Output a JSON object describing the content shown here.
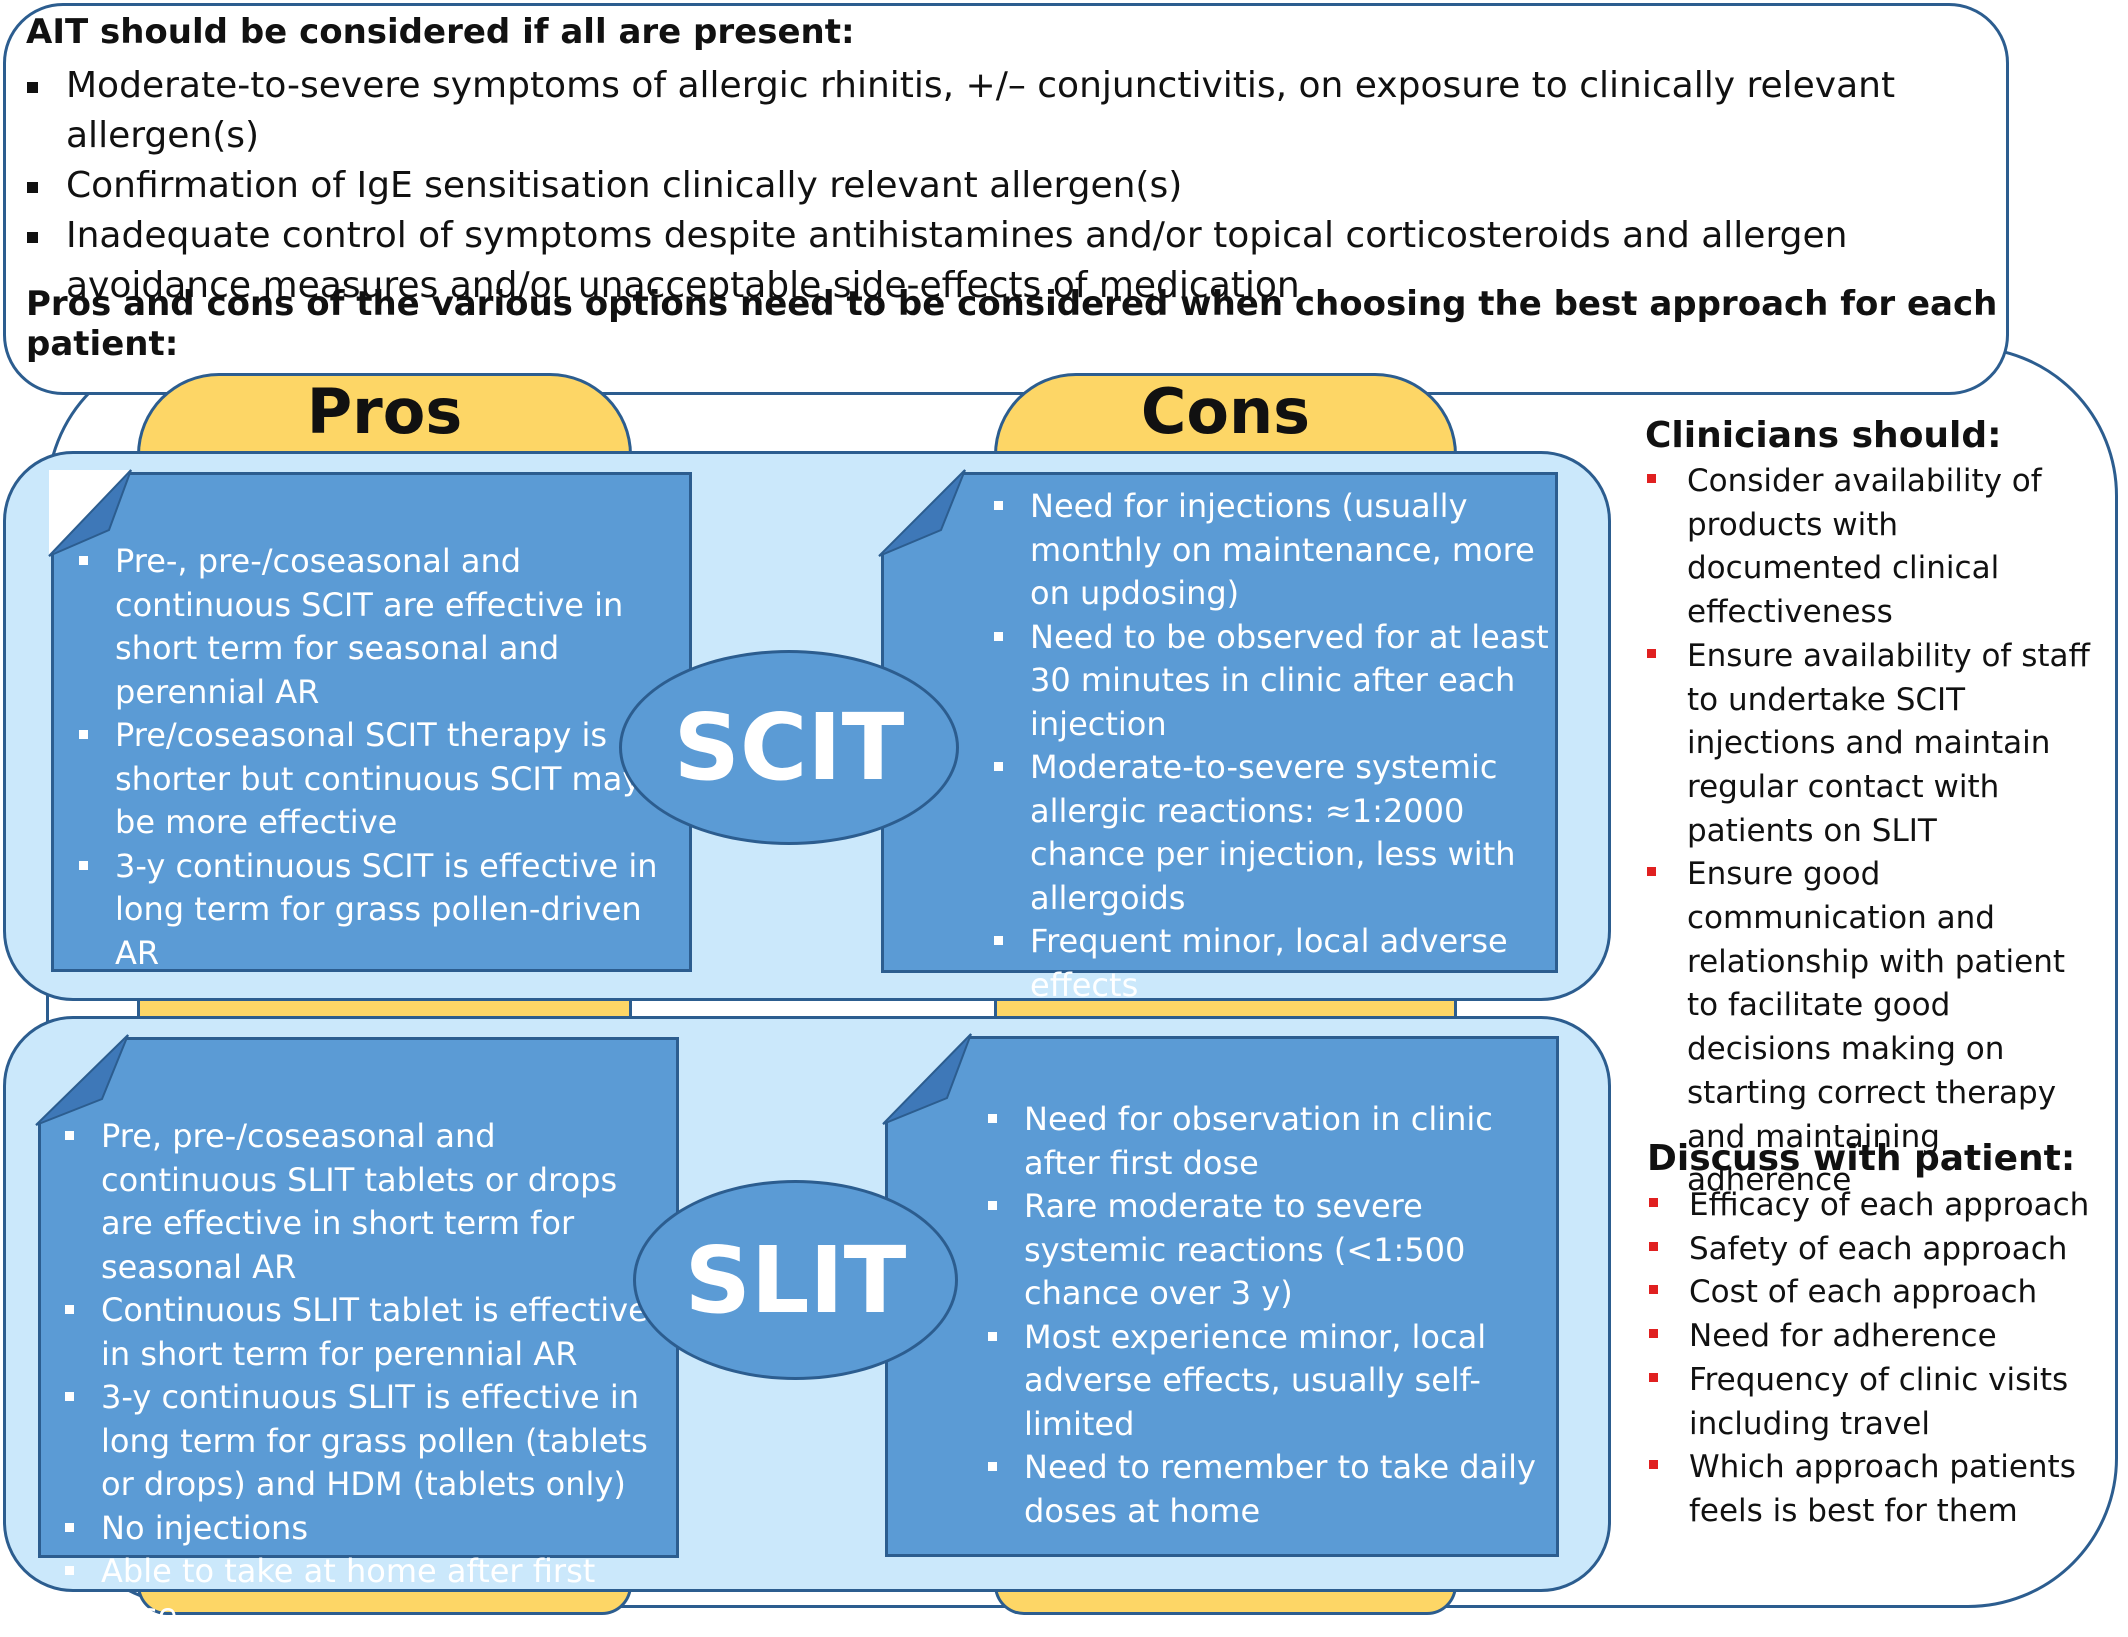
{
  "criteria": {
    "heading": "AIT should be considered if all are present:",
    "items": [
      "Moderate-to-severe symptoms of allergic rhinitis, +/– conjunctivitis, on exposure to clinically relevant allergen(s)",
      "Confirmation of IgE sensitisation clinically relevant allergen(s)",
      "Inadequate control of symptoms despite antihistamines and/or topical corticosteroids and allergen avoidance measures and/or unacceptable side-effects of medication"
    ],
    "subheading": "Pros and cons of the various options need to be considered when choosing the best approach for each patient:"
  },
  "tabs": {
    "pros": "Pros",
    "cons": "Cons"
  },
  "scit": {
    "label": "SCIT",
    "pros": [
      "Pre-, pre-/coseasonal and continuous SCIT are effective in short term for seasonal and perennial AR",
      "Pre/coseasonal SCIT therapy is shorter but continuous SCIT may be more effective",
      "3-y continuous SCIT is effective in long term for grass pollen-driven AR"
    ],
    "cons": [
      "Need for injections (usually monthly on maintenance, more on updosing)",
      "Need to be observed for at least 30 minutes in clinic after each injection",
      "Moderate-to-severe systemic allergic reactions: ≈1:2000 chance per injection, less with allergoids",
      "Frequent minor, local adverse effects"
    ]
  },
  "slit": {
    "label": "SLIT",
    "pros": [
      "Pre, pre-/coseasonal and continuous SLIT tablets or drops are effective in short term for seasonal AR",
      "Continuous SLIT tablet is effective in short term for perennial AR",
      "3-y continuous SLIT is effective in long term for grass pollen (tablets or drops) and HDM (tablets only)",
      "No injections",
      "Able to take at home after first dose"
    ],
    "cons": [
      "Need for observation in clinic after first dose",
      "Rare moderate to severe systemic reactions (<1:500 chance over 3 y)",
      "Most experience minor, local adverse effects, usually self-limited",
      "Need to remember to take daily doses at home"
    ]
  },
  "clinicians": {
    "heading": "Clinicians should:",
    "items": [
      "Consider availability of products with documented clinical effectiveness",
      "Ensure availability of staff to undertake SCIT injections and maintain regular contact with patients on SLIT",
      "Ensure good communication and relationship with patient to facilitate good decisions making on starting correct therapy and maintaining adherence"
    ]
  },
  "patient": {
    "heading": "Discuss with patient:",
    "items": [
      "Efficacy of each approach",
      "Safety  of each approach",
      "Cost of each approach",
      "Need for adherence",
      "Frequency of clinic visits including travel",
      "Which approach patients feels is best for them"
    ]
  },
  "colors": {
    "border": "#2c5d8f",
    "tab_yellow": "#fdd666",
    "panel_light_blue": "#cbe8fb",
    "card_blue": "#5b9bd5",
    "bullet_red": "#e02020"
  }
}
